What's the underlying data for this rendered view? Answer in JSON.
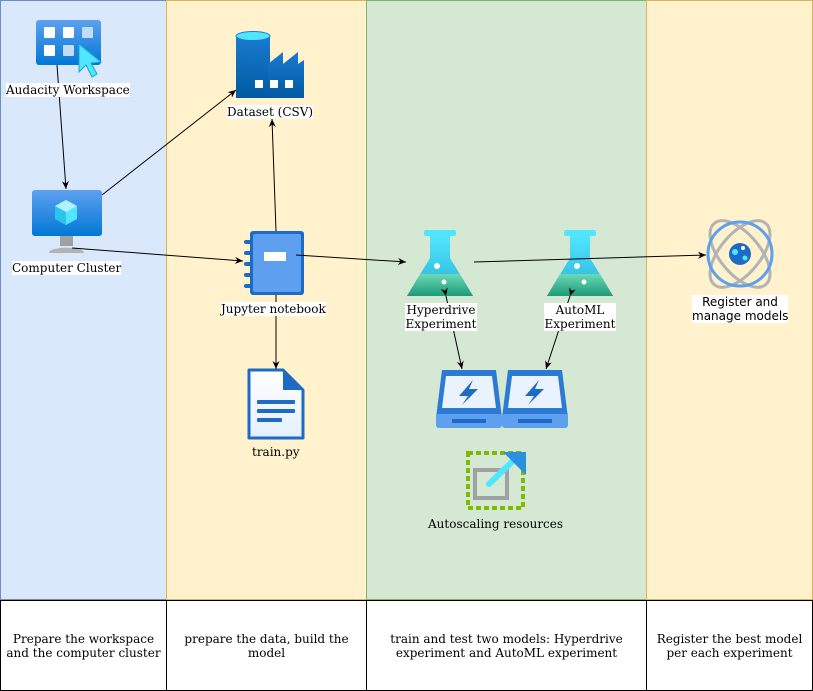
{
  "nodes": {
    "workspace": "Audacity Workspace",
    "dataset": "Dataset (CSV)",
    "cluster": "Computer Cluster",
    "notebook": "Jupyter notebook",
    "trainpy": "train.py",
    "hyperdrive_l1": "Hyperdrive",
    "hyperdrive_l2": "Experiment",
    "automl_l1": "AutoML",
    "automl_l2": "Experiment",
    "register_l1": "Register and",
    "register_l2": "manage models",
    "autoscaling": "Autoscaling resources"
  },
  "captions": {
    "lane1": "Prepare the workspace and the computer cluster",
    "lane2": "prepare the data, build the model",
    "lane3": "train and test two models: Hyperdrive experiment and AutoML experiment",
    "lane4": "Register the best model per each experiment"
  },
  "colors": {
    "azure_blue": "#0078d4",
    "light_blue": "#50e6ff",
    "flask_green": "#3cc29a",
    "autoscale_green": "#7fba00"
  }
}
